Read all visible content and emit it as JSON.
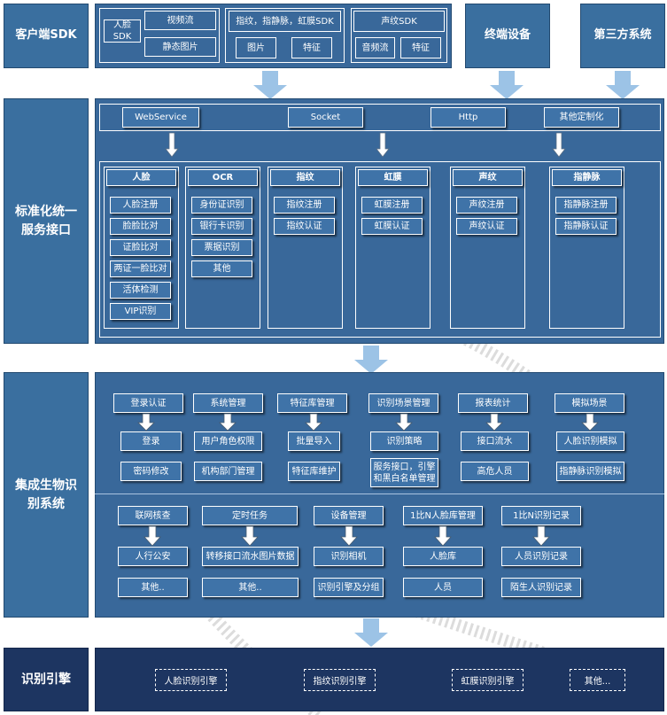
{
  "colors": {
    "panel": "#39689a",
    "label": "#3a6f9f",
    "engine_band": "#1d3561",
    "arrow": "#9cc3e6",
    "watermark": "#e0e0e0"
  },
  "layers": {
    "client": {
      "label": "客户端SDK",
      "face_sdk": "人脸SDK",
      "video_stream": "视频流",
      "static_image": "静态图片",
      "finger_sdk": "指纹，指静脉，虹膜SDK",
      "image": "图片",
      "feature_1": "特征",
      "voice_sdk": "声纹SDK",
      "audio_stream": "音频流",
      "feature_2": "特征",
      "terminal": "终端设备",
      "third_party": "第三方系统"
    },
    "interface": {
      "label": "标准化统一\n服务接口",
      "protocols": [
        "WebService",
        "Socket",
        "Http",
        "其他定制化"
      ],
      "columns": [
        {
          "title": "人脸",
          "items": [
            "人脸注册",
            "脸脸比对",
            "证脸比对",
            "两证一脸比对",
            "活体检测",
            "VIP识别"
          ]
        },
        {
          "title": "OCR",
          "items": [
            "身份证识别",
            "银行卡识别",
            "票据识别",
            "其他"
          ]
        },
        {
          "title": "指纹",
          "items": [
            "指纹注册",
            "指纹认证"
          ]
        },
        {
          "title": "虹膜",
          "items": [
            "虹膜注册",
            "虹膜认证"
          ]
        },
        {
          "title": "声纹",
          "items": [
            "声纹注册",
            "声纹认证"
          ]
        },
        {
          "title": "指静脉",
          "items": [
            "指静脉注册",
            "指静脉认证"
          ]
        }
      ]
    },
    "integration": {
      "label": "集成生物识\n别系统",
      "top_groups": [
        {
          "head": "登录认证",
          "items": [
            "登录",
            "密码修改"
          ]
        },
        {
          "head": "系统管理",
          "items": [
            "用户角色权限",
            "机构部门管理"
          ]
        },
        {
          "head": "特征库管理",
          "items": [
            "批量导入",
            "特征库维护"
          ]
        },
        {
          "head": "识别场景管理",
          "items": [
            "识别策略",
            "服务接口，引擎\n和黑白名单管理"
          ]
        },
        {
          "head": "报表统计",
          "items": [
            "接口流水",
            "高危人员"
          ]
        },
        {
          "head": "模拟场景",
          "items": [
            "人脸识别模拟",
            "指静脉识别模拟"
          ]
        }
      ],
      "bottom_groups": [
        {
          "head": "联网核查",
          "items": [
            "人行公安",
            "其他.."
          ]
        },
        {
          "head": "定时任务",
          "items": [
            "转移接口流水图片数据",
            "其他.."
          ]
        },
        {
          "head": "设备管理",
          "items": [
            "识别相机",
            "识别引擎及分组"
          ]
        },
        {
          "head": "1比N人脸库管理",
          "items": [
            "人脸库",
            "人员"
          ]
        },
        {
          "head": "1比N识别记录",
          "items": [
            "人员识别记录",
            "陌生人识别记录"
          ]
        }
      ]
    },
    "engine": {
      "label": "识别引擎",
      "items": [
        "人脸识别引擎",
        "指纹识别引擎",
        "虹膜识别引擎",
        "其他..."
      ]
    }
  }
}
